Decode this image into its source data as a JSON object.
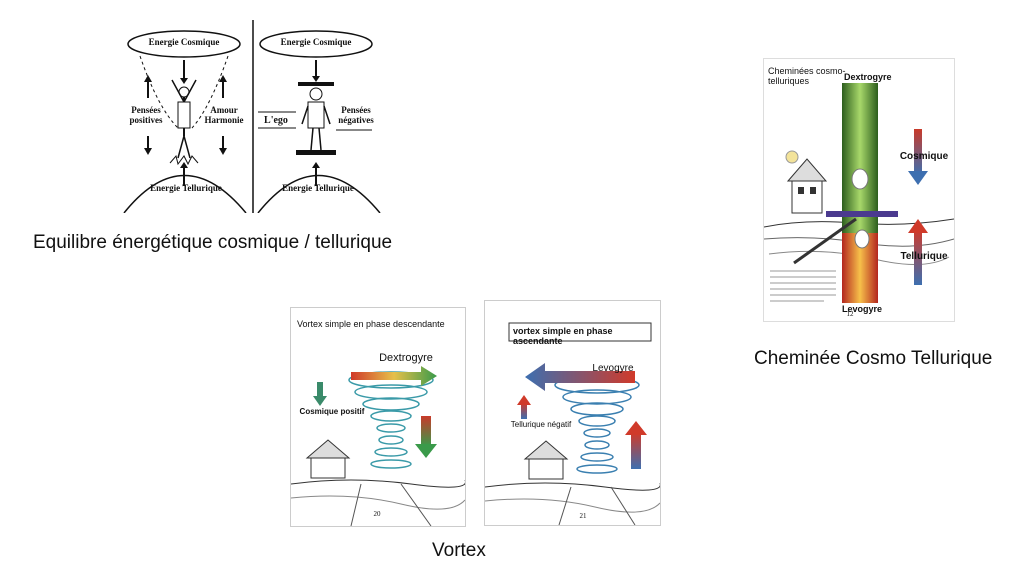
{
  "figures": {
    "equilibre": {
      "caption": "Equilibre énergétique cosmique / tellurique",
      "left": {
        "top_label": "Energie Cosmique",
        "bottom_label": "Energie Tellurique",
        "side_left": "Pensées positives",
        "side_right": "Amour Harmonie"
      },
      "right": {
        "top_label": "Energie Cosmique",
        "bottom_label": "Energie Tellurique",
        "side_left": "L'ego",
        "side_right": "Pensées négatives"
      }
    },
    "cheminee": {
      "caption": "Cheminée Cosmo Tellurique",
      "title": "Cheminées cosmo-telluriques",
      "top_label": "Dextrogyre",
      "cosmic_label": "Cosmique",
      "telluric_label": "Tellurique",
      "bottom_label": "Levogyre",
      "page_number": "12"
    },
    "vortex": {
      "caption": "Vortex",
      "descending": {
        "title": "Vortex simple en phase descendante",
        "spin_label": "Dextrogyre",
        "flow_label": "Cosmique positif",
        "page_number": "20"
      },
      "ascending": {
        "title": "vortex simple en phase ascendante",
        "spin_label": "Levogyre",
        "flow_label": "Tellurique négatif",
        "page_number": "21"
      }
    }
  },
  "colors": {
    "pipe_green": "#5a9a3a",
    "arrow_blue": "#3d6fb0",
    "spiral_teal": "#3a9aa8",
    "arrow_red": "#d03a2a"
  }
}
